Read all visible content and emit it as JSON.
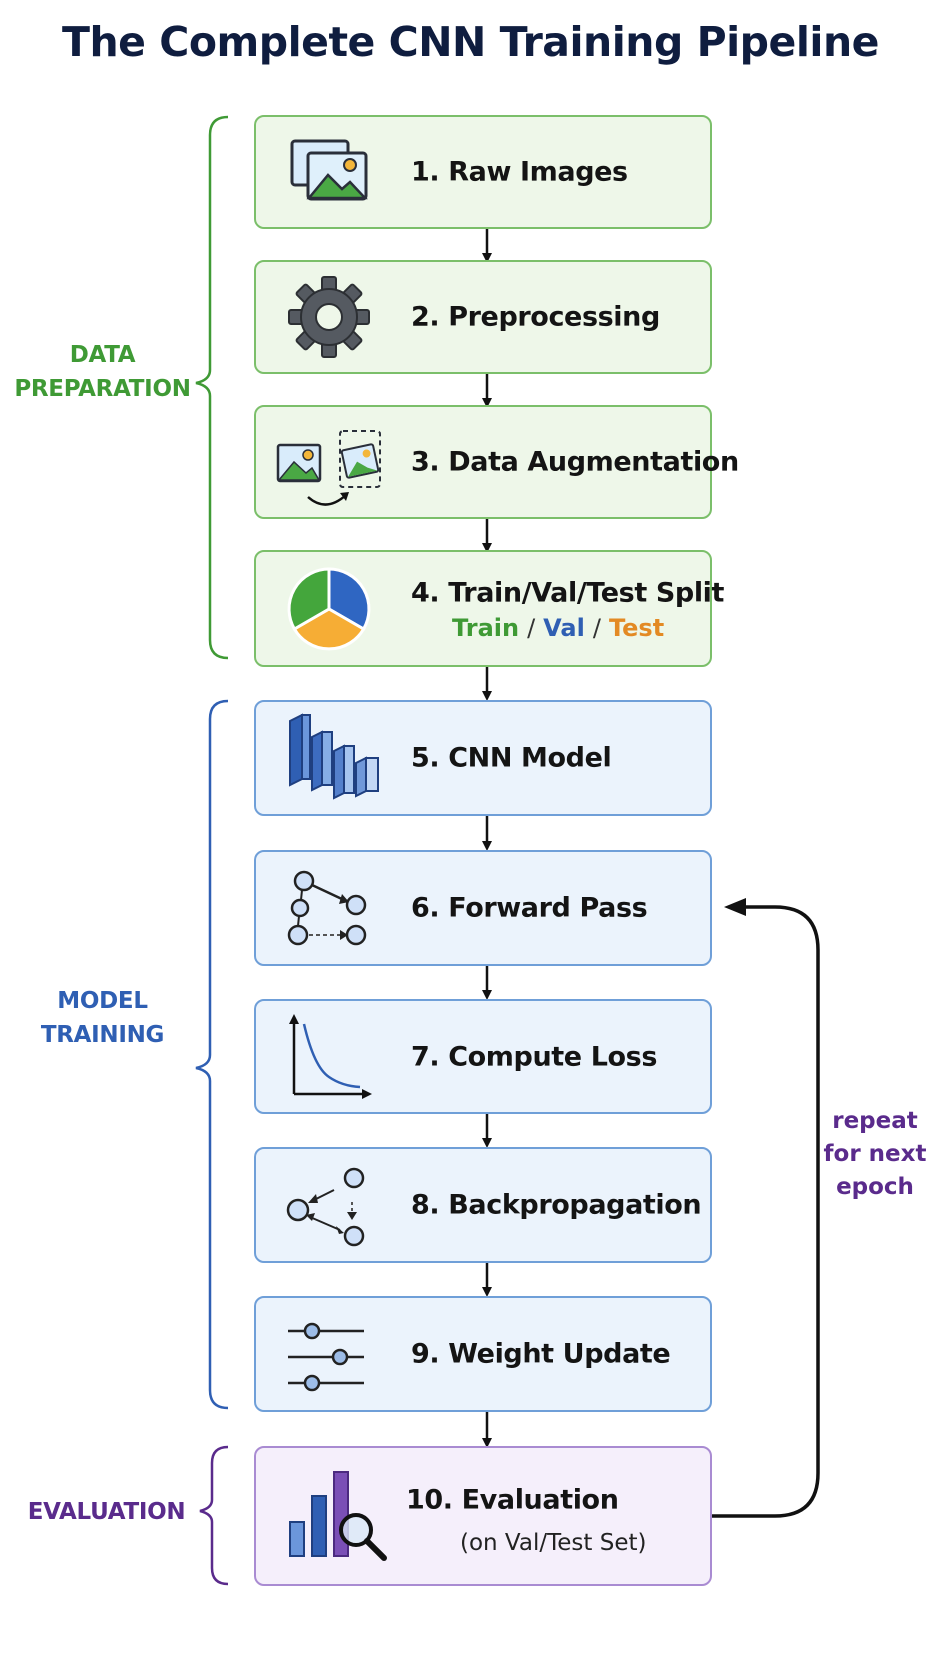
{
  "title": "The Complete CNN Training Pipeline",
  "stages": {
    "data_preparation": {
      "line1": "DATA",
      "line2": "PREPARATION",
      "color": "#3f9a35"
    },
    "model_training": {
      "line1": "MODEL",
      "line2": "TRAINING",
      "color": "#2f5fb3"
    },
    "evaluation": {
      "line1": "EVALUATION",
      "color": "#5a2b8c"
    }
  },
  "steps": [
    {
      "label": "1. Raw Images",
      "icon": "images-icon"
    },
    {
      "label": "2. Preprocessing",
      "icon": "gear-icon"
    },
    {
      "label": "3. Data Augmentation",
      "icon": "augmentation-icon"
    },
    {
      "label": "4. Train/Val/Test Split",
      "icon": "pie-chart-icon",
      "split": {
        "train": "Train",
        "val": "Val",
        "test": "Test",
        "sep": "/"
      }
    },
    {
      "label": "5. CNN Model",
      "icon": "cnn-layers-icon"
    },
    {
      "label": "6. Forward Pass",
      "icon": "forward-nodes-icon"
    },
    {
      "label": "7. Compute Loss",
      "icon": "loss-curve-icon"
    },
    {
      "label": "8. Backpropagation",
      "icon": "backprop-nodes-icon"
    },
    {
      "label": "9. Weight Update",
      "icon": "sliders-icon"
    },
    {
      "label": "10. Evaluation",
      "sublabel": "(on Val/Test Set)",
      "icon": "bar-chart-magnifier-icon"
    }
  ],
  "loop": {
    "line1": "repeat",
    "line2": "for next",
    "line3": "epoch"
  }
}
